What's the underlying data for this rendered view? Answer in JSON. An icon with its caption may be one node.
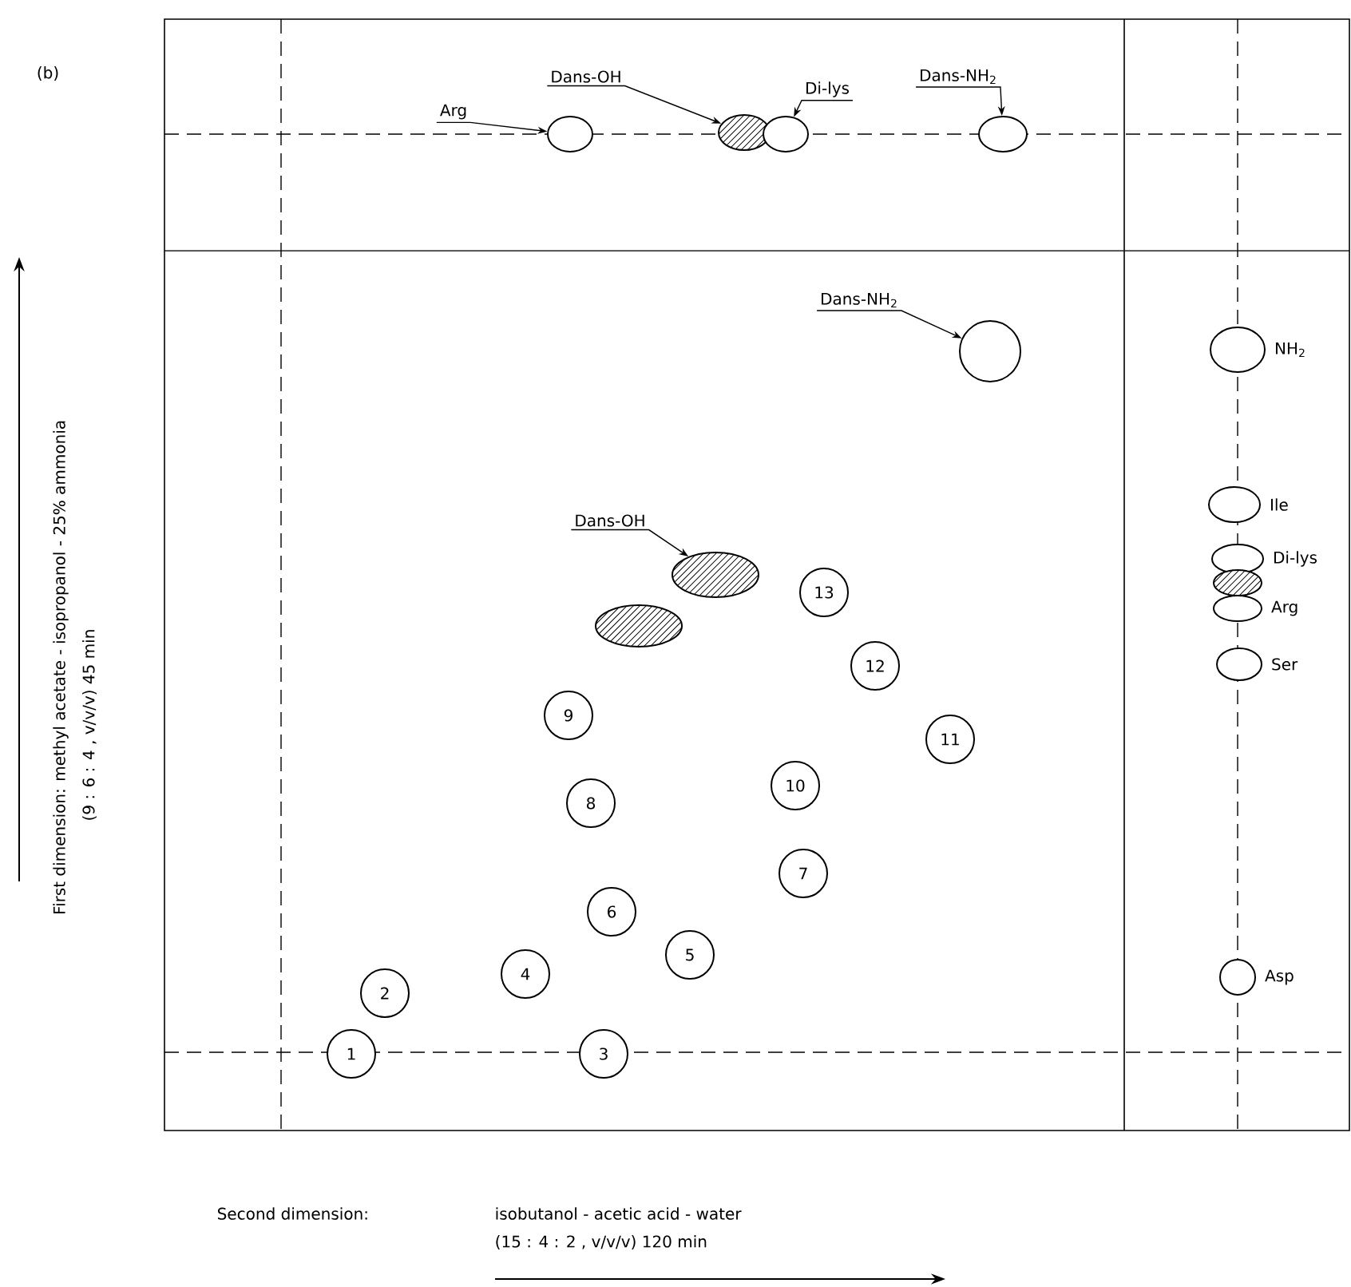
{
  "diagram": {
    "nodes": [
      {
        "text": [
          "Arg"
        ]
      },
      {
        "text": [
          "Dans-OH"
        ]
      },
      {
        "text": [
          "Di-lys"
        ]
      },
      {
        "text": [
          "Dans-NH$_{2}$"
        ]
      },
      {
        "text": [],
        "shape": "ellipse"
      },
      {
        "text": [],
        "shape": "ellipse"
      },
      {
        "text": [],
        "shape": "ellipse"
      },
      {
        "text": [],
        "shape": "ellipse"
      },
      {
        "text": [
          "Dans-NH$_{2}$"
        ]
      },
      {
        "text": [],
        "shape": "circle"
      },
      {
        "text": [],
        "shape": "ellipse",
        "beside": [
          "NH$_{2}$"
        ]
      },
      {
        "text": [],
        "shape": "ellipse",
        "beside": [
          "Ile"
        ]
      },
      {
        "text": [
          "Dans-OH"
        ]
      },
      {
        "text": [],
        "shape": "ellipse",
        "beside": [
          "Di-lys"
        ]
      },
      {
        "text": [],
        "shape": "ellipse"
      },
      {
        "text": [],
        "shape": "ellipse",
        "beside": [
          "Arg"
        ]
      },
      {
        "text": [],
        "shape": "ellipse"
      },
      {
        "text": [
          "13"
        ]
      },
      {
        "text": [],
        "shape": "ellipse"
      },
      {
        "text": [
          "12"
        ]
      },
      {
        "text": [],
        "shape": "ellipse",
        "beside": [
          "Ser"
        ]
      },
      {
        "text": [
          "9"
        ]
      },
      {
        "text": [
          "11"
        ]
      },
      {
        "text": [
          "10"
        ]
      },
      {
        "text": [
          "8"
        ]
      },
      {
        "text": [
          "7"
        ]
      },
      {
        "text": [
          "6"
        ]
      },
      {
        "text": [
          "5"
        ]
      },
      {
        "text": [
          "4"
        ]
      },
      {
        "text": [
          "2"
        ]
      },
      {
        "text": [],
        "shape": "circle",
        "beside": [
          "Asp"
        ]
      },
      {
        "text": [
          "1"
        ]
      },
      {
        "text": [
          "3"
        ]
      }
    ],
    "edges": [
      {
        "from": 0,
        "to": 4,
        "arrow": "to"
      },
      {
        "from": 1,
        "to": 5,
        "arrow": "to"
      },
      {
        "from": 2,
        "to": 6,
        "arrow": "to"
      },
      {
        "from": 3,
        "to": 7,
        "arrow": "to"
      },
      {
        "from": 8,
        "to": 9,
        "arrow": "to"
      },
      {
        "from": 12,
        "to": 16,
        "arrow": "to"
      }
    ],
    "labels": [
      "(b)",
      "First dimension: methyl acetate - isopropanol - 25% ammonia",
      "(9 : 6 : 4 , v/v/v) 45 min",
      "Second dimension:",
      "isobutanol - acetic acid - water",
      "(15 : 4 : 2 , v/v/v) 120 min"
    ]
  }
}
